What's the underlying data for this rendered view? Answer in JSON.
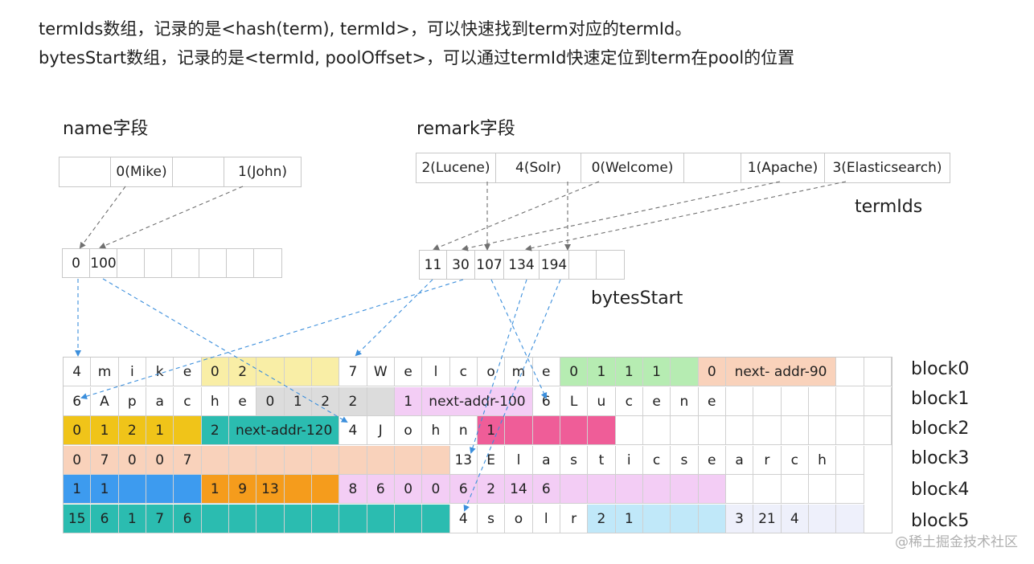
{
  "intro": {
    "line1": "termIds数组，记录的是<hash(term), termId>，可以快速找到term对应的termId。",
    "line2": "bytesStart数组，记录的是<termId, poolOffset>，可以通过termId快速定位到term在pool的位置"
  },
  "name_field": {
    "title": "name字段",
    "term_ids": [
      "",
      "0(Mike)",
      "",
      "1(John)"
    ],
    "bytes_start": [
      "0",
      "100",
      "",
      "",
      "",
      "",
      "",
      ""
    ]
  },
  "remark_field": {
    "title": "remark字段",
    "term_ids": [
      "2(Lucene)",
      "4(Solr)",
      "0(Welcome)",
      "",
      "1(Apache)",
      "3(Elasticsearch)"
    ],
    "bytes_start": [
      "11",
      "30",
      "107",
      "134",
      "194",
      "",
      ""
    ]
  },
  "labels": {
    "term_ids": "termIds",
    "bytes_start": "bytesStart"
  },
  "pool": {
    "rows": [
      {
        "label": "block0",
        "cells": [
          {
            "t": "4"
          },
          {
            "t": "m"
          },
          {
            "t": "i"
          },
          {
            "t": "k"
          },
          {
            "t": "e"
          },
          {
            "t": "0",
            "c": "#f9eea6"
          },
          {
            "t": "2",
            "c": "#f9eea6"
          },
          {
            "t": "",
            "c": "#f9eea6"
          },
          {
            "t": "",
            "c": "#f9eea6"
          },
          {
            "t": "",
            "c": "#f9eea6"
          },
          {
            "t": "7"
          },
          {
            "t": "W"
          },
          {
            "t": "e"
          },
          {
            "t": "l"
          },
          {
            "t": "c"
          },
          {
            "t": "o"
          },
          {
            "t": "m"
          },
          {
            "t": "e"
          },
          {
            "t": "0",
            "c": "#b6ecb2"
          },
          {
            "t": "1",
            "c": "#b6ecb2"
          },
          {
            "t": "1",
            "c": "#b6ecb2"
          },
          {
            "t": "1",
            "c": "#b6ecb2"
          },
          {
            "t": "",
            "c": "#b6ecb2"
          },
          {
            "t": "0",
            "c": "#f9d2bb"
          },
          {
            "t": "next- addr-90",
            "c": "#f9d2bb",
            "span": 4
          },
          {
            "t": ""
          },
          {
            "t": ""
          }
        ]
      },
      {
        "label": "block1",
        "cells": [
          {
            "t": "6"
          },
          {
            "t": "A"
          },
          {
            "t": "p"
          },
          {
            "t": "a"
          },
          {
            "t": "c"
          },
          {
            "t": "h"
          },
          {
            "t": "e"
          },
          {
            "t": "0",
            "c": "#dcdcdc"
          },
          {
            "t": "1",
            "c": "#dcdcdc"
          },
          {
            "t": "2",
            "c": "#dcdcdc"
          },
          {
            "t": "2",
            "c": "#dcdcdc"
          },
          {
            "t": "",
            "c": "#dcdcdc"
          },
          {
            "t": "1",
            "c": "#f3cdf5"
          },
          {
            "t": "next-addr-100",
            "c": "#f3cdf5",
            "span": 4
          },
          {
            "t": "6"
          },
          {
            "t": "L"
          },
          {
            "t": "u"
          },
          {
            "t": "c"
          },
          {
            "t": "e"
          },
          {
            "t": "n"
          },
          {
            "t": "e"
          },
          {
            "t": ""
          },
          {
            "t": ""
          },
          {
            "t": ""
          },
          {
            "t": ""
          },
          {
            "t": ""
          },
          {
            "t": ""
          }
        ]
      },
      {
        "label": "block2",
        "cells": [
          {
            "t": "0",
            "c": "#f0c419"
          },
          {
            "t": "1",
            "c": "#f0c419"
          },
          {
            "t": "2",
            "c": "#f0c419"
          },
          {
            "t": "1",
            "c": "#f0c419"
          },
          {
            "t": "",
            "c": "#f0c419"
          },
          {
            "t": "2",
            "c": "#2bbcb0"
          },
          {
            "t": "next-addr-120",
            "c": "#2bbcb0",
            "span": 4
          },
          {
            "t": "4"
          },
          {
            "t": "J"
          },
          {
            "t": "o"
          },
          {
            "t": "h"
          },
          {
            "t": "n"
          },
          {
            "t": "1",
            "c": "#ef5d98"
          },
          {
            "t": "",
            "c": "#ef5d98"
          },
          {
            "t": "",
            "c": "#ef5d98"
          },
          {
            "t": "",
            "c": "#ef5d98"
          },
          {
            "t": "",
            "c": "#ef5d98"
          },
          {
            "t": ""
          },
          {
            "t": ""
          },
          {
            "t": ""
          },
          {
            "t": ""
          },
          {
            "t": ""
          },
          {
            "t": ""
          },
          {
            "t": ""
          },
          {
            "t": ""
          },
          {
            "t": ""
          },
          {
            "t": ""
          }
        ]
      },
      {
        "label": "block3",
        "cells": [
          {
            "t": "0",
            "c": "#f9d2bb"
          },
          {
            "t": "7",
            "c": "#f9d2bb"
          },
          {
            "t": "0",
            "c": "#f9d2bb"
          },
          {
            "t": "0",
            "c": "#f9d2bb"
          },
          {
            "t": "7",
            "c": "#f9d2bb"
          },
          {
            "t": "",
            "c": "#f9d2bb"
          },
          {
            "t": "",
            "c": "#f9d2bb"
          },
          {
            "t": "",
            "c": "#f9d2bb"
          },
          {
            "t": "",
            "c": "#f9d2bb"
          },
          {
            "t": "",
            "c": "#f9d2bb"
          },
          {
            "t": "",
            "c": "#f9d2bb"
          },
          {
            "t": "",
            "c": "#f9d2bb"
          },
          {
            "t": "",
            "c": "#f9d2bb"
          },
          {
            "t": "",
            "c": "#f9d2bb"
          },
          {
            "t": "13"
          },
          {
            "t": "E"
          },
          {
            "t": "l"
          },
          {
            "t": "a"
          },
          {
            "t": "s"
          },
          {
            "t": "t"
          },
          {
            "t": "i"
          },
          {
            "t": "c"
          },
          {
            "t": "s"
          },
          {
            "t": "e"
          },
          {
            "t": "a"
          },
          {
            "t": "r"
          },
          {
            "t": "c"
          },
          {
            "t": "h"
          },
          {
            "t": ""
          }
        ]
      },
      {
        "label": "block4",
        "cells": [
          {
            "t": "1",
            "c": "#3d9bef"
          },
          {
            "t": "1",
            "c": "#3d9bef"
          },
          {
            "t": "",
            "c": "#3d9bef"
          },
          {
            "t": "",
            "c": "#3d9bef"
          },
          {
            "t": "",
            "c": "#3d9bef"
          },
          {
            "t": "1",
            "c": "#f59c1c"
          },
          {
            "t": "9",
            "c": "#f59c1c"
          },
          {
            "t": "13",
            "c": "#f59c1c"
          },
          {
            "t": "",
            "c": "#f59c1c"
          },
          {
            "t": "",
            "c": "#f59c1c"
          },
          {
            "t": "8",
            "c": "#f3cdf5"
          },
          {
            "t": "6",
            "c": "#f3cdf5"
          },
          {
            "t": "0",
            "c": "#f3cdf5"
          },
          {
            "t": "0",
            "c": "#f3cdf5"
          },
          {
            "t": "6",
            "c": "#f3cdf5"
          },
          {
            "t": "2",
            "c": "#f3cdf5"
          },
          {
            "t": "14",
            "c": "#f3cdf5"
          },
          {
            "t": "6",
            "c": "#f3cdf5"
          },
          {
            "t": "",
            "c": "#f3cdf5"
          },
          {
            "t": "",
            "c": "#f3cdf5"
          },
          {
            "t": "",
            "c": "#f3cdf5"
          },
          {
            "t": "",
            "c": "#f3cdf5"
          },
          {
            "t": "",
            "c": "#f3cdf5"
          },
          {
            "t": "",
            "c": "#f3cdf5"
          },
          {
            "t": ""
          },
          {
            "t": ""
          },
          {
            "t": ""
          },
          {
            "t": ""
          },
          {
            "t": ""
          }
        ]
      },
      {
        "label": "block5",
        "cells": [
          {
            "t": "15",
            "c": "#2bbcb0"
          },
          {
            "t": "6",
            "c": "#2bbcb0"
          },
          {
            "t": "1",
            "c": "#2bbcb0"
          },
          {
            "t": "7",
            "c": "#2bbcb0"
          },
          {
            "t": "6",
            "c": "#2bbcb0"
          },
          {
            "t": "",
            "c": "#2bbcb0"
          },
          {
            "t": "",
            "c": "#2bbcb0"
          },
          {
            "t": "",
            "c": "#2bbcb0"
          },
          {
            "t": "",
            "c": "#2bbcb0"
          },
          {
            "t": "",
            "c": "#2bbcb0"
          },
          {
            "t": "",
            "c": "#2bbcb0"
          },
          {
            "t": "",
            "c": "#2bbcb0"
          },
          {
            "t": "",
            "c": "#2bbcb0"
          },
          {
            "t": "",
            "c": "#2bbcb0"
          },
          {
            "t": "4"
          },
          {
            "t": "s"
          },
          {
            "t": "o"
          },
          {
            "t": "l"
          },
          {
            "t": "r"
          },
          {
            "t": "2",
            "c": "#c0e8f9"
          },
          {
            "t": "1",
            "c": "#c0e8f9"
          },
          {
            "t": "",
            "c": "#c0e8f9"
          },
          {
            "t": "",
            "c": "#c0e8f9"
          },
          {
            "t": "",
            "c": "#c0e8f9"
          },
          {
            "t": "3",
            "c": "#eef0fb"
          },
          {
            "t": "21",
            "c": "#eef0fb"
          },
          {
            "t": "4",
            "c": "#eef0fb"
          },
          {
            "t": "",
            "c": "#eef0fb"
          },
          {
            "t": "",
            "c": "#eef0fb"
          }
        ]
      }
    ]
  },
  "watermark": "@稀土掘金技术社区",
  "colors": {
    "arrow_gray": "#707070",
    "arrow_blue": "#3c8fdc"
  }
}
